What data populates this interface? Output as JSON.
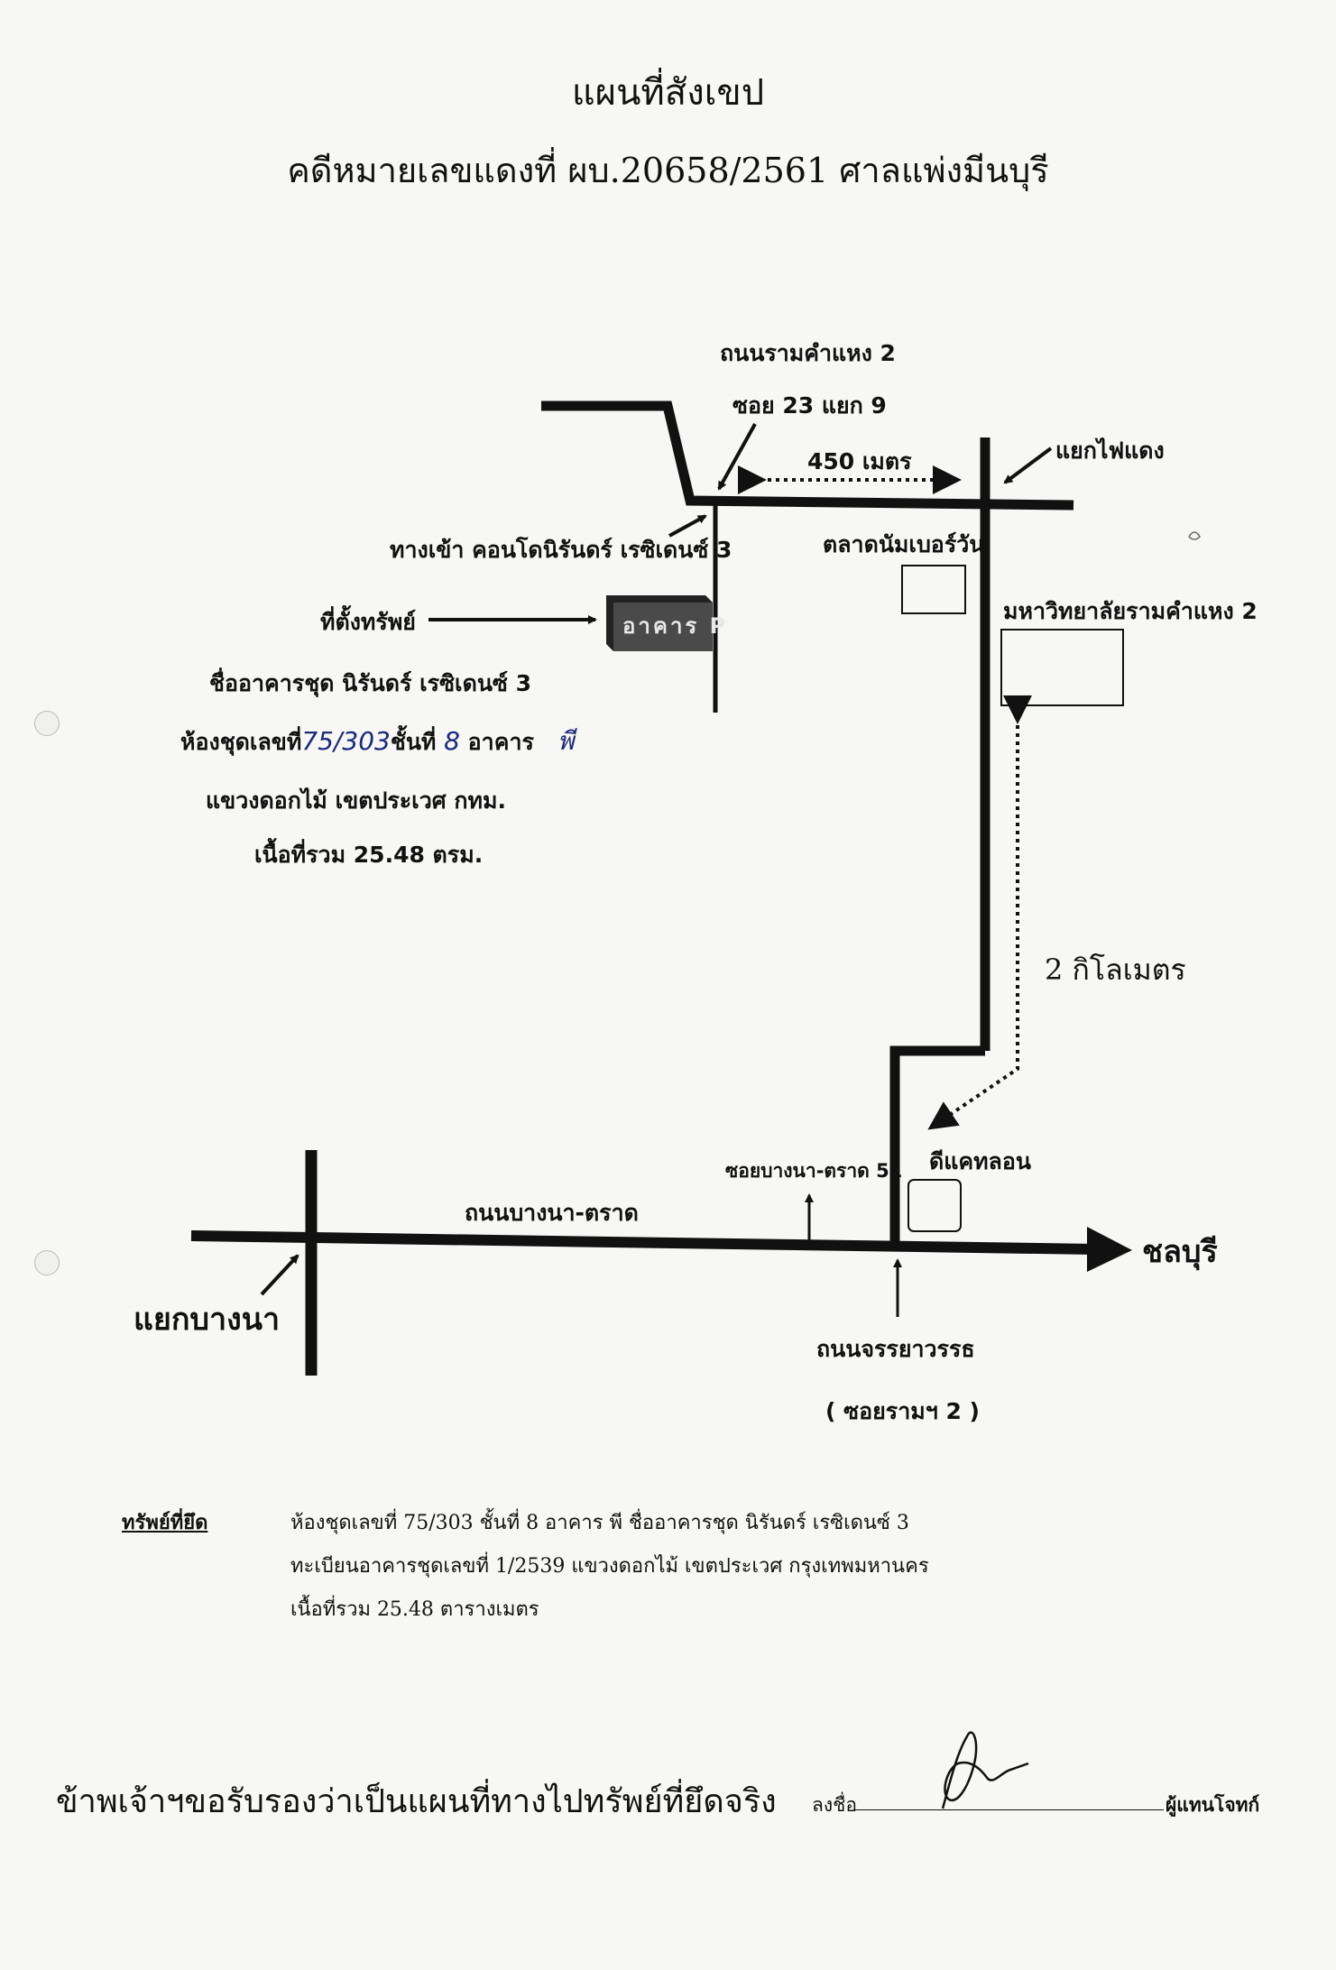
{
  "header": {
    "title": "แผนที่สังเขป",
    "case_line": "คดีหมายเลขแดงที่ ผบ.20658/2561 ศาลแพ่งมีนบุรี"
  },
  "map": {
    "road_ramkhamhaeng_line1": "ถนนรามคำแหง 2",
    "road_ramkhamhaeng_line2": "ซอย 23 แยก 9",
    "distance_450": "450 เมตร",
    "traffic_light": "แยกไฟแดง",
    "entrance": "ทางเข้า คอนโดนิรันดร์ เรซิเดนซ์ 3",
    "market": "ตลาดนัมเบอร์วัน",
    "property_location": "ที่ตั้งทรัพย์",
    "building_label": "อาคาร P",
    "university": "มหาวิทยาลัยรามคำแหง 2",
    "property_name": "ชื่ออาคารชุด นิรันดร์ เรซิเดนซ์ 3",
    "room_prefix": "ห้องชุดเลขที่",
    "room_number_hand": "75/303",
    "floor_text": "ชั้นที่",
    "floor_hand": "8",
    "building_text": "อาคาร",
    "building_hand": "พี",
    "district": "แขวงดอกไม้ เขตประเวศ กทม.",
    "area": "เนื้อที่รวม 25.48 ตรม.",
    "distance_2km": "2 กิโลเมตร",
    "dcastle": "ดีแคทลอน",
    "soi_bangna": "ซอยบางนา-ตราด 51",
    "road_bangna": "ถนนบางนา-ตราด",
    "chonburi": "ชลบุรี",
    "bangna_junction": "แยกบางนา",
    "road_chanya_line1": "ถนนจรรยาวรรธ",
    "road_chanya_line2": "( ซอยรามฯ 2 )"
  },
  "seized": {
    "label": "ทรัพย์ที่ยึด",
    "line1": "ห้องชุดเลขที่  75/303  ชั้นที่ 8  อาคาร พี   ชื่ออาคารชุด  นิรันดร์ เรซิเดนซ์ 3",
    "line2": "ทะเบียนอาคารชุดเลขที่ 1/2539    แขวงดอกไม้  เขตประเวศ  กรุงเทพมหานคร",
    "line3": "เนื้อที่รวม  25.48  ตารางเมตร"
  },
  "certification": {
    "statement": "ข้าพเจ้าฯขอรับรองว่าเป็นแผนที่ทางไปทรัพย์ที่ยึดจริง",
    "sign_label": "ลงชื่อ",
    "role": "ผู้แทนโจทก์"
  }
}
